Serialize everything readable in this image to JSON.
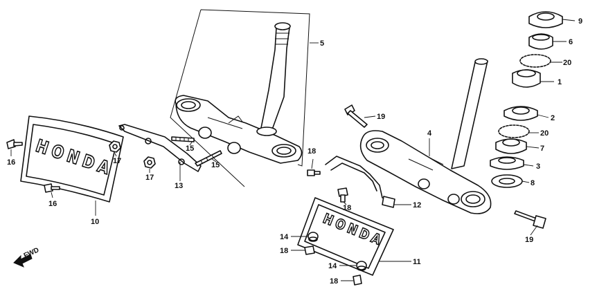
{
  "labels": {
    "p1": "1",
    "p2": "2",
    "p3": "3",
    "p4": "4",
    "p5": "5",
    "p6": "6",
    "p7": "7",
    "p8": "8",
    "p9": "9",
    "p10": "10",
    "p11": "11",
    "p12": "12",
    "p13": "13",
    "p14a": "14",
    "p14b": "14",
    "p15a": "15",
    "p15b": "15",
    "p16a": "16",
    "p16b": "16",
    "p17a": "17",
    "p17b": "17",
    "p18a": "18",
    "p18b": "18",
    "p18c": "18",
    "p18d": "18",
    "p19a": "19",
    "p19b": "19",
    "p20a": "20",
    "p20b": "20"
  },
  "emblem_left": "HONDA",
  "emblem_right": "HONDA",
  "direction": "FWD"
}
